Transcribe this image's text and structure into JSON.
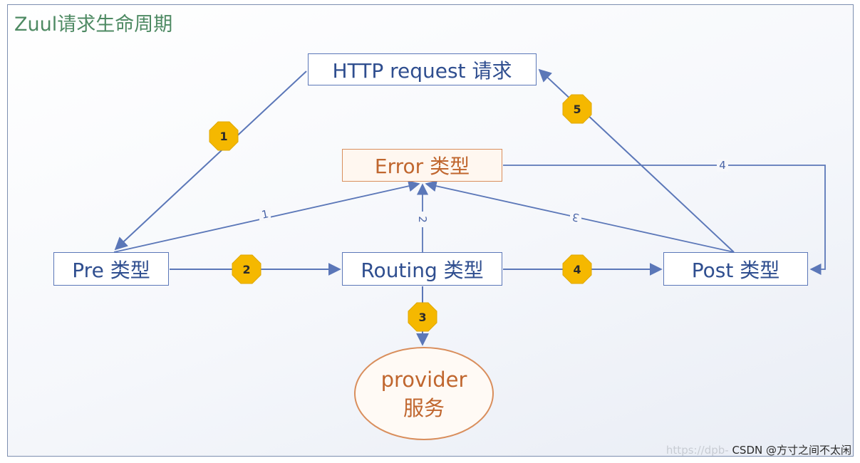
{
  "title": "Zuul请求生命周期",
  "nodes": {
    "http": "HTTP request 请求",
    "error": "Error 类型",
    "pre": "Pre 类型",
    "routing": "Routing 类型",
    "post": "Post 类型",
    "provider_line1": "provider",
    "provider_line2": "服务"
  },
  "badges": {
    "http_to_pre": "1",
    "pre_to_routing": "2",
    "routing_to_provider": "3",
    "routing_to_post": "4",
    "post_to_http": "5"
  },
  "error_edges": {
    "pre_to_error": "1",
    "routing_to_error": "2",
    "post_to_error": "3",
    "error_to_post": "4"
  },
  "watermark": {
    "faint": "https://dpb-",
    "text": "CSDN @方寸之间不太闲"
  },
  "colors": {
    "blue": "#5b77b8",
    "orange": "#d98e5c",
    "badge": "#f5b800",
    "title": "#4e8a63"
  }
}
